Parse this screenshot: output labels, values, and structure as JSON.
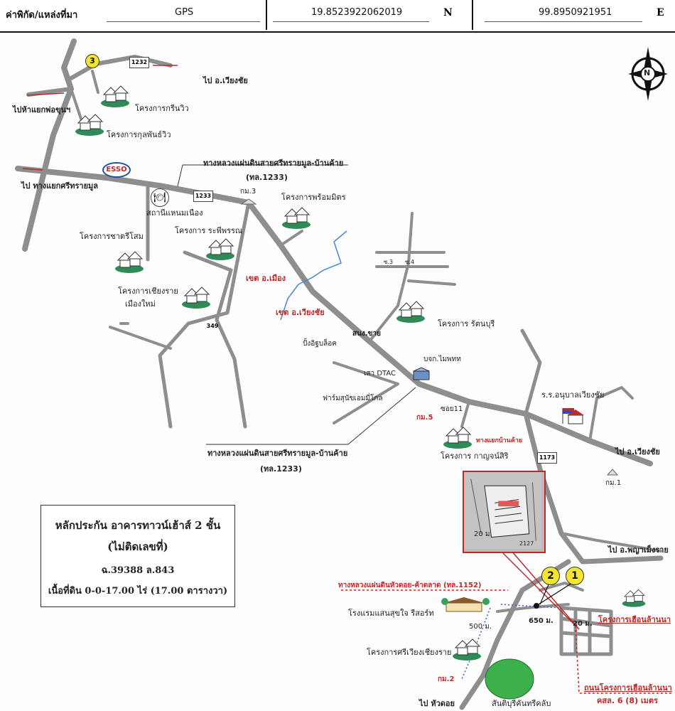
{
  "header": {
    "label": "ค่าพิกัด/แหล่งที่มา",
    "source": "GPS",
    "lat": "19.8523922062019",
    "lat_dir": "N",
    "lon": "99.8950921951",
    "lon_dir": "E"
  },
  "roads": {
    "main_top": "ทางหลวงแผ่นดินสายศรีทรายมูล-บ้านค้าย",
    "main_top_code": "(ทล.1233)",
    "main_bottom": "ทางหลวงแผ่นดินสายศรีทรายมูล-บ้านค้าย",
    "main_bottom_code": "(ทล.1233)",
    "hwy_1152": "ทางหลวงแผ่นดินหัวดอย-ค้าตลาด (ทล.1152)",
    "lane_road": "ถนนโครงการเฮือนล้านนา",
    "lane_width": "คสล. 6 (8) เมตร"
  },
  "directions": {
    "to_wiang_chai_top": "ไป อ.เวียงชัย",
    "to_ha_yaek": "ไปห้าแยกพ่อขุนฯ",
    "to_si_sai_mun": "ไป ทางแยกศรีทรายมูล",
    "to_wiang_chai_right": "ไป อ.เวียงชัย",
    "to_phaya_mengrai": "ไป อ.พญาเม็งราย",
    "to_hua_doi": "ไป หัวดอย"
  },
  "shields": {
    "s1232": "1232",
    "s1233a": "1233",
    "s1173": "1173",
    "s349": "349"
  },
  "places": {
    "green_view": "โครงการกรีนวิว",
    "kulphan_view": "โครงการกุลพันธ์วิว",
    "esso": "ESSO",
    "pumping_station": "สถานีแหนมเนือง",
    "km3": "กม.3",
    "phrom_mit": "โครงการพร้อมมิตร",
    "chat_si_som": "โครงการชาตรีโสม",
    "ra_phi_phan": "โครงการ ระพีพรรณ",
    "chiang_rai_mai": "โครงการเชียงราย",
    "chiang_rai_mai2": "เมืองใหม่",
    "khet_mueang": "เขต อ.เมือง",
    "khet_wiang_chai": "เขต อ.เวียงชัย",
    "sor3": "ซ.3",
    "sor4": "ซ.4",
    "rattanaburi": "โครงการ รัตนบุรี",
    "police": "สนง.ขาย",
    "block_plant": "ปั้งอิฐบล็อค",
    "dtac": "เสา DTAC",
    "mainpower": "บจก.ไมพทท",
    "farm": "ฟาร์มสุนัขเอมมี่โกล",
    "km5": "กม.5",
    "soi11": "ซอย11",
    "ban_khai_junction": "ทางแยกบ้านค้าย",
    "kanchanasiri": "โครงการ กาญจน์สิริ",
    "hospital": "ร.ร.อนุบาลเวียงชัย",
    "km1": "กม.1",
    "hotel": "โรงแรมแสนสุขใจ รีสอร์ท",
    "d500": "500 ม.",
    "d650": "650 ม.",
    "d20": "20 ม.",
    "heuan_lanna": "โครงการเฮือนล้านนา",
    "si_wiang": "โครงการศรีเวียงเชียงราย",
    "km2": "กม.2",
    "golf": "สันติบุรีคันทรีคลับ"
  },
  "markers": {
    "m1": "1",
    "m2": "2",
    "m3": "3"
  },
  "inset": {
    "scale": "20 ม.",
    "lot": "2127"
  },
  "collateral": {
    "title": "หลักประกัน อาคารทาวน์เฮ้าส์ 2 ชั้น",
    "subtitle": "(ไม่ติดเลขที่)",
    "deed": "ฉ.39388 ล.843",
    "area": "เนื้อที่ดิน 0-0-17.00 ไร่ (17.00 ตารางวา)"
  },
  "compass": "N",
  "colors": {
    "road": "#8e8e8e",
    "accent_red": "#c0282a",
    "house_green": "#2e8b57",
    "marker_yellow": "#f4e530"
  }
}
